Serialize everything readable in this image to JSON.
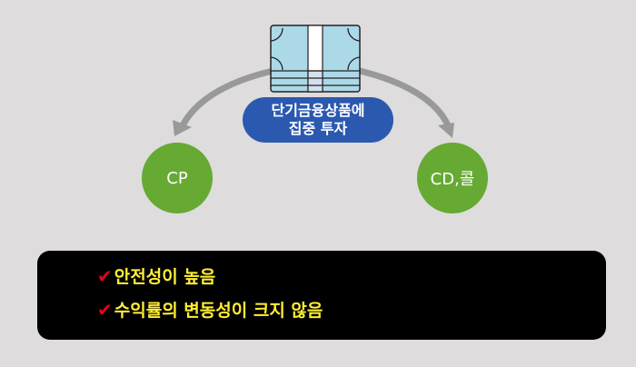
{
  "diagram": {
    "center_icon": "money-bundle-icon",
    "center_label_line1": "단기금융상품에",
    "center_label_line2": "집중 투자",
    "left_node": "CP",
    "right_node": "CD,콜",
    "colors": {
      "background": "#dedcdc",
      "center_pill": "#2c59b0",
      "nodes": "#66aa33",
      "arrows": "#999999",
      "money": "#acd9e8",
      "panel": "#000000",
      "panel_text": "#ffee33",
      "check": "#e8001c"
    }
  },
  "features": [
    {
      "icon": "checkmark-icon",
      "text": "안전성이 높음"
    },
    {
      "icon": "checkmark-icon",
      "text": "수익률의 변동성이 크지 않음"
    }
  ]
}
